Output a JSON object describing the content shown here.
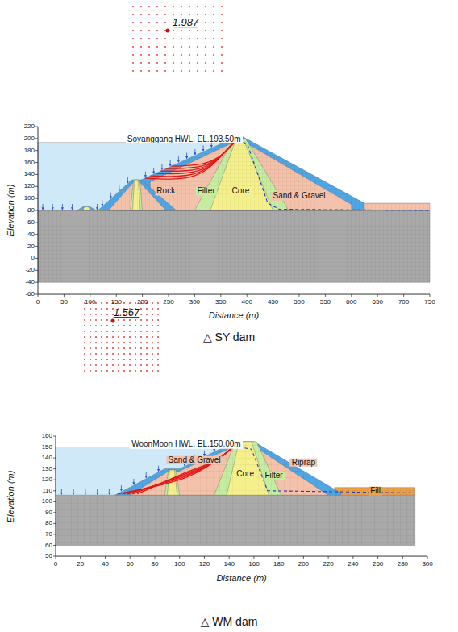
{
  "diagram": {
    "labels": [
      "1.987",
      "Soyanggang HWL. EL.193.50m",
      "Rock",
      "Filter",
      "Core",
      "Sand & Gravel",
      "Elevation (m)",
      "220",
      "200",
      "180",
      "160",
      "140",
      "120",
      "100",
      "80",
      "60",
      "40",
      "20",
      "0",
      "-20",
      "-40",
      "-60",
      "0",
      "50",
      "100",
      "150",
      "200",
      "250",
      "300",
      "350",
      "400",
      "450",
      "500",
      "550",
      "600",
      "650",
      "700",
      "750",
      "Distance (m)",
      "△ SY dam",
      "1.567",
      "WoonMoon HWL. EL.150.00m",
      "Sand & Gravel",
      "Core",
      "Filter",
      "Riprap",
      "Fill",
      "Elevation (m)",
      "160",
      "150",
      "140",
      "130",
      "120",
      "110",
      "100",
      "90",
      "80",
      "70",
      "60",
      "50",
      "0",
      "20",
      "40",
      "60",
      "80",
      "100",
      "120",
      "140",
      "160",
      "180",
      "200",
      "220",
      "240",
      "260",
      "280",
      "300",
      "Distance (m)",
      "△ WM dam"
    ]
  }
}
